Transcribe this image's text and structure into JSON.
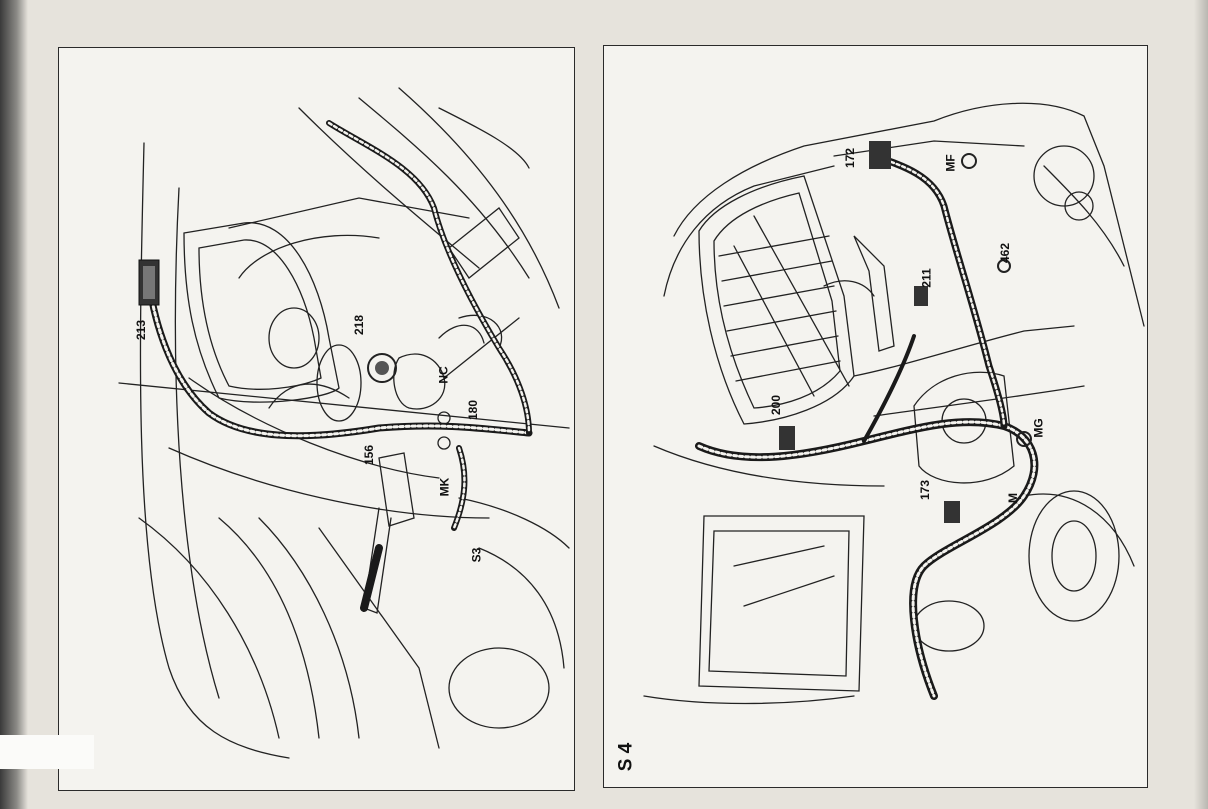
{
  "sheet_label": "S 4",
  "left_panel": {
    "callouts": [
      "213",
      "218",
      "NC",
      "156",
      "180",
      "MK",
      "S3"
    ]
  },
  "right_panel": {
    "callouts": [
      "172",
      "MF",
      "211",
      "462",
      "200",
      "173",
      "M",
      "MG"
    ]
  }
}
